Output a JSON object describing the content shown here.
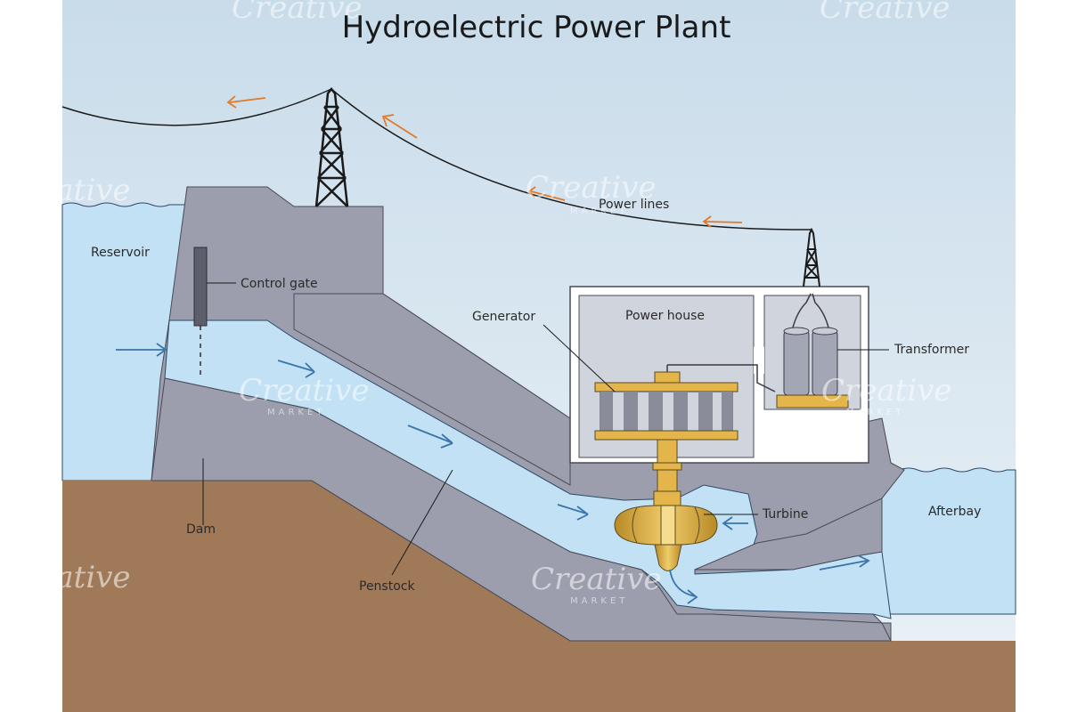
{
  "title": "Hydroelectric Power Plant",
  "labels": {
    "reservoir": "Reservoir",
    "control_gate": "Control gate",
    "dam": "Dam",
    "penstock": "Penstock",
    "generator": "Generator",
    "power_house": "Power house",
    "transformer": "Transformer",
    "turbine": "Turbine",
    "afterbay": "Afterbay",
    "power_lines": "Power lines"
  },
  "watermark": {
    "text": "Creative",
    "sub": "MARKET"
  },
  "colors": {
    "sky": "#dfeaf3",
    "water": "#c2e1f5",
    "concrete": "#9c9ead",
    "ground": "#a07a58",
    "gold": "#e3b54a",
    "flow_arrow": "#3a74a8",
    "power_arrow": "#e07a2a",
    "tower": "#1a1a1a"
  }
}
